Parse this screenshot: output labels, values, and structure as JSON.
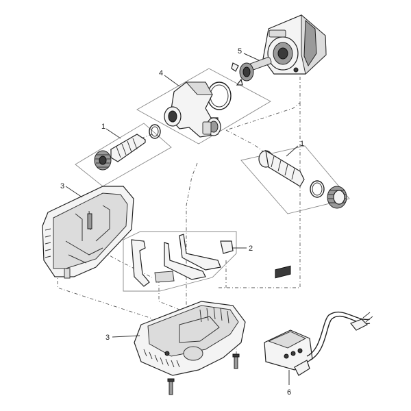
{
  "callouts": {
    "part1_left": "1",
    "part1_right": "1",
    "part2": "2",
    "part3_top": "3",
    "part3_bottom": "3",
    "part4": "4",
    "part5": "5",
    "part6": "6"
  }
}
